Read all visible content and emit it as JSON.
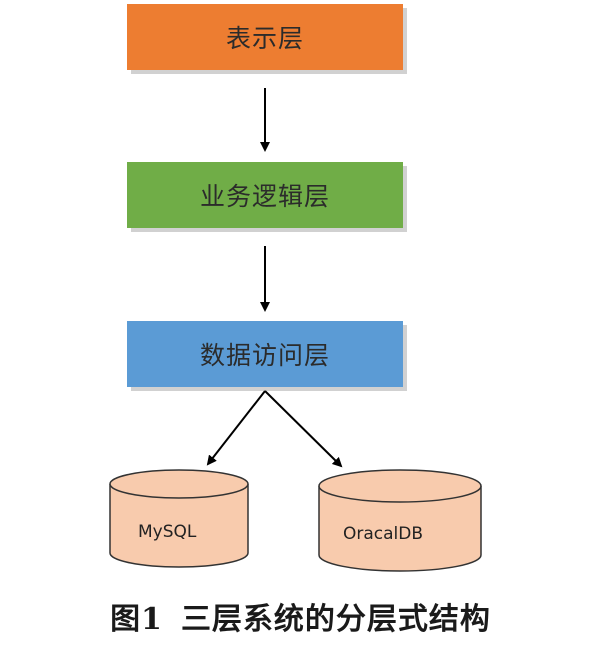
{
  "layers": [
    {
      "label": "表示层",
      "color": "#ED7D31"
    },
    {
      "label": "业务逻辑层",
      "color": "#70AD47"
    },
    {
      "label": "数据访问层",
      "color": "#5B9BD5"
    }
  ],
  "databases": [
    {
      "label": "MySQL",
      "color": "#F8CBAD"
    },
    {
      "label": "OracalDB",
      "color": "#F8CBAD"
    }
  ],
  "caption": {
    "number": "图1",
    "text": "三层系统的分层式结构"
  }
}
